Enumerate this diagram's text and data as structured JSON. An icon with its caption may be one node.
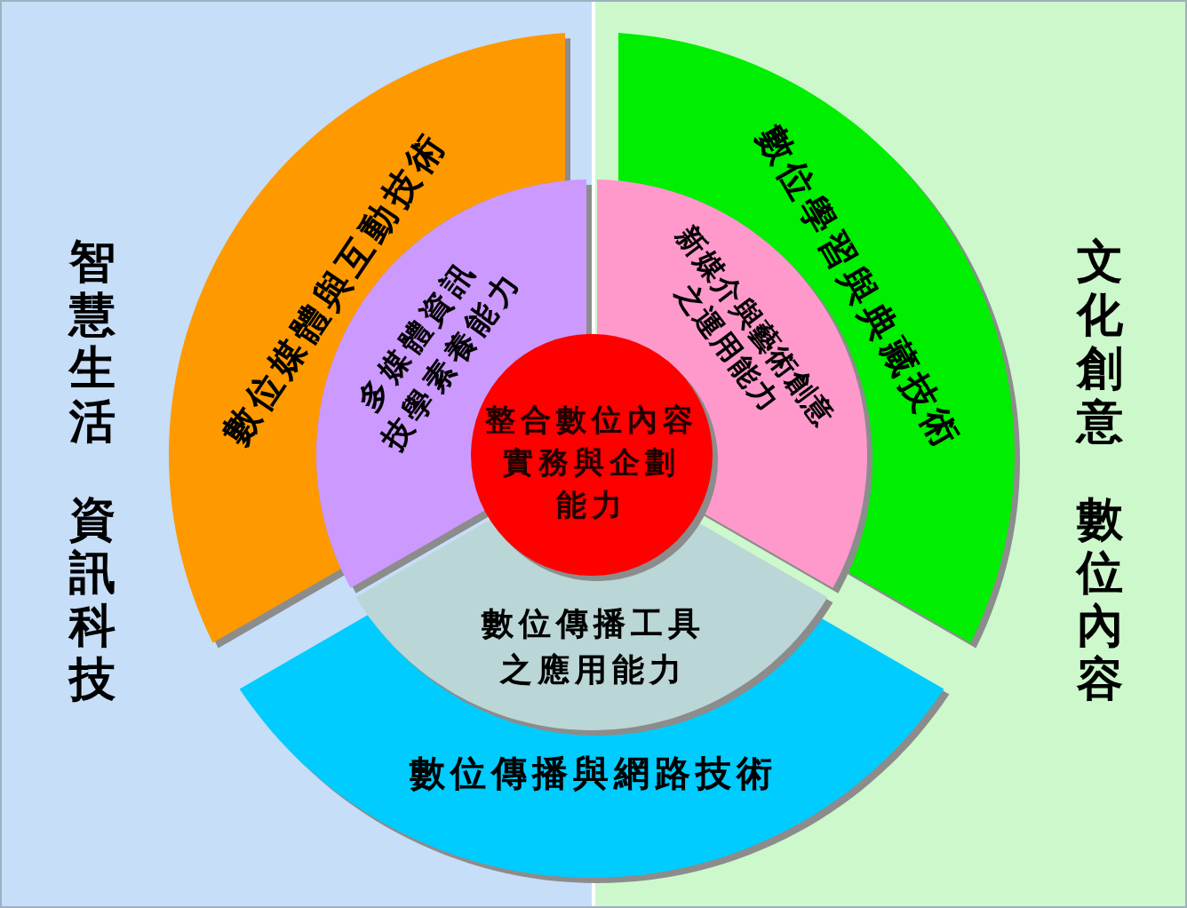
{
  "diagram": {
    "nodes": [
      {
        "text": [
          "智慧生活",
          "資訊科技"
        ]
      },
      {
        "text": [
          "文化創意",
          "數位內容"
        ]
      },
      {
        "text": [
          "數位媒體與互動技術"
        ],
        "in": 0
      },
      {
        "text": [
          "數位學習與典藏技術"
        ],
        "in": 1
      },
      {
        "text": [
          "數位傳播與網路技術"
        ]
      },
      {
        "text": [
          "多媒體資訊技學素養能力"
        ],
        "in": 0
      },
      {
        "text": [
          "新媒介與藝術創意之運用能力"
        ],
        "in": 1
      },
      {
        "text": [
          "數位傳播工具之應用能力"
        ]
      },
      {
        "text": [
          "整合數位內容實務與企劃能力"
        ]
      }
    ]
  }
}
